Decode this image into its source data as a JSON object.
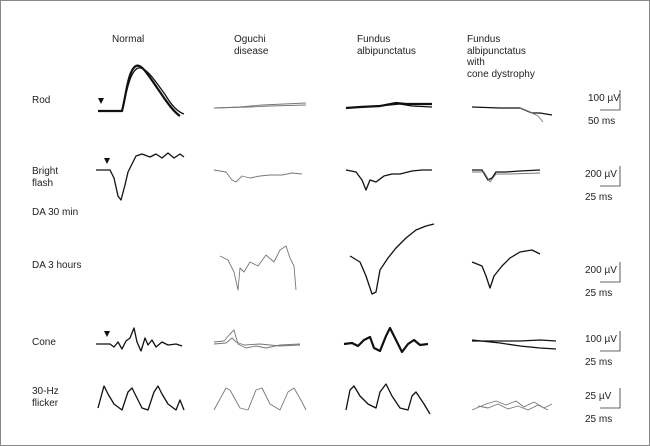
{
  "columns": [
    "Normal",
    "Oguchi\ndisease",
    "Fundus\nalbipunctatus",
    "Fundus\nalbipunctatus\nwith\ncone dystrophy"
  ],
  "rows": [
    "Rod",
    "Bright\nflash",
    "DA 30 min",
    "DA 3 hours",
    "Cone",
    "30-Hz\nflicker"
  ],
  "scale_bars": [
    {
      "amplitude": "100 µV",
      "time": "50 ms"
    },
    {
      "amplitude": "200 µV",
      "time": "25 ms"
    },
    {
      "amplitude": "200 µV",
      "time": "25 ms"
    },
    {
      "amplitude": "100 µV",
      "time": "25 ms"
    },
    {
      "amplitude": "25 µV",
      "time": "25 ms"
    }
  ]
}
